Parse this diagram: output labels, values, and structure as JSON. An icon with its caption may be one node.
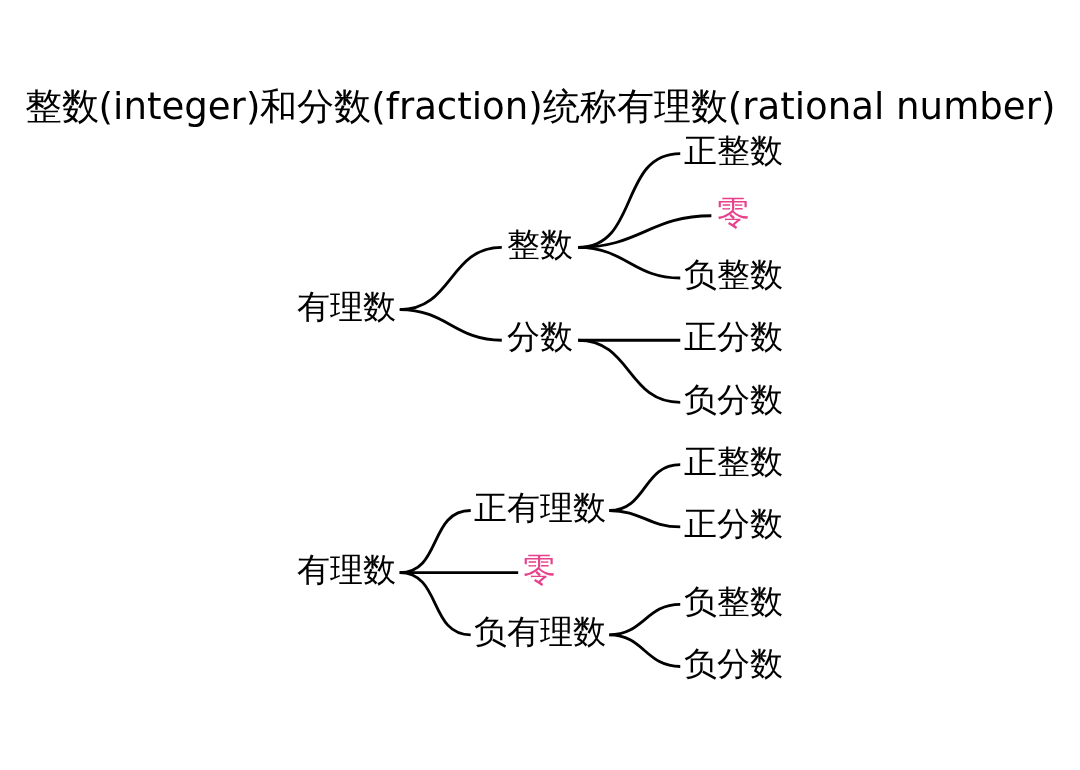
{
  "diagram": {
    "title": "整数(integer)和分数(fraction)统称有理数(rational number)",
    "nodes": [
      {
        "text": [
          "有理数"
        ]
      },
      {
        "text": [
          "整数"
        ]
      },
      {
        "text": [
          "正整数"
        ]
      },
      {
        "text": [
          "零"
        ]
      },
      {
        "text": [
          "负整数"
        ]
      },
      {
        "text": [
          "分数"
        ]
      },
      {
        "text": [
          "正分数"
        ]
      },
      {
        "text": [
          "负分数"
        ]
      },
      {
        "text": [
          "有理数"
        ]
      },
      {
        "text": [
          "正有理数"
        ]
      },
      {
        "text": [
          "正整数"
        ]
      },
      {
        "text": [
          "正分数"
        ]
      },
      {
        "text": [
          "零"
        ]
      },
      {
        "text": [
          "负有理数"
        ]
      },
      {
        "text": [
          "负整数"
        ]
      },
      {
        "text": [
          "负分数"
        ]
      }
    ],
    "edges": [
      {
        "from": 0,
        "to": 1,
        "arrow": "none"
      },
      {
        "from": 0,
        "to": 5,
        "arrow": "none"
      },
      {
        "from": 1,
        "to": 2,
        "arrow": "none"
      },
      {
        "from": 1,
        "to": 3,
        "arrow": "none"
      },
      {
        "from": 1,
        "to": 4,
        "arrow": "none"
      },
      {
        "from": 5,
        "to": 6,
        "arrow": "none"
      },
      {
        "from": 5,
        "to": 7,
        "arrow": "none"
      },
      {
        "from": 8,
        "to": 9,
        "arrow": "none"
      },
      {
        "from": 8,
        "to": 12,
        "arrow": "none"
      },
      {
        "from": 8,
        "to": 13,
        "arrow": "none"
      },
      {
        "from": 9,
        "to": 10,
        "arrow": "none"
      },
      {
        "from": 9,
        "to": 11,
        "arrow": "none"
      },
      {
        "from": 13,
        "to": 14,
        "arrow": "none"
      },
      {
        "from": 13,
        "to": 15,
        "arrow": "none"
      }
    ]
  }
}
